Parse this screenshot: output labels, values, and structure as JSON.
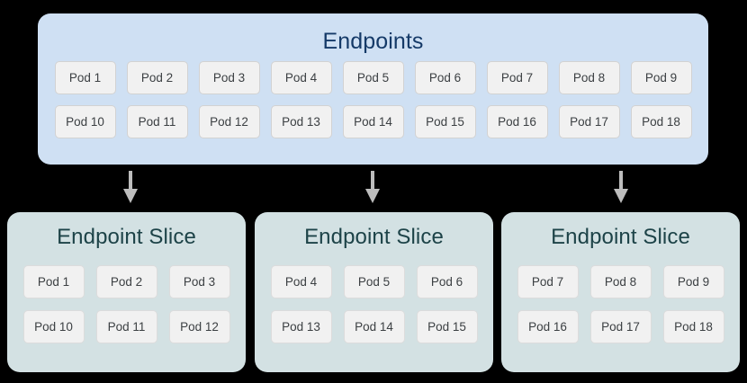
{
  "colors": {
    "background": "#000000",
    "endpoints_fill": "#cfe0f3",
    "endpoints_title": "#153a68",
    "slice_fill": "#d3e1e3",
    "slice_title": "#1d4348",
    "pod_fill": "#f1f1f1",
    "pod_border": "#d2d2d2",
    "pod_text": "#3c4043",
    "arrow": "#bdbdbd"
  },
  "endpoints": {
    "title": "Endpoints",
    "rows": [
      [
        "Pod 1",
        "Pod 2",
        "Pod 3",
        "Pod 4",
        "Pod 5",
        "Pod 6",
        "Pod 7",
        "Pod 8",
        "Pod 9"
      ],
      [
        "Pod 10",
        "Pod 11",
        "Pod 12",
        "Pod 13",
        "Pod 14",
        "Pod 15",
        "Pod 16",
        "Pod 17",
        "Pod 18"
      ]
    ]
  },
  "arrows": [
    {
      "name": "arrow-to-slice-1"
    },
    {
      "name": "arrow-to-slice-2"
    },
    {
      "name": "arrow-to-slice-3"
    }
  ],
  "slices": [
    {
      "title": "Endpoint Slice",
      "rows": [
        [
          "Pod 1",
          "Pod 2",
          "Pod 3"
        ],
        [
          "Pod 10",
          "Pod 11",
          "Pod 12"
        ]
      ]
    },
    {
      "title": "Endpoint Slice",
      "rows": [
        [
          "Pod 4",
          "Pod 5",
          "Pod 6"
        ],
        [
          "Pod 13",
          "Pod 14",
          "Pod 15"
        ]
      ]
    },
    {
      "title": "Endpoint Slice",
      "rows": [
        [
          "Pod 7",
          "Pod 8",
          "Pod 9"
        ],
        [
          "Pod 16",
          "Pod 17",
          "Pod 18"
        ]
      ]
    }
  ]
}
